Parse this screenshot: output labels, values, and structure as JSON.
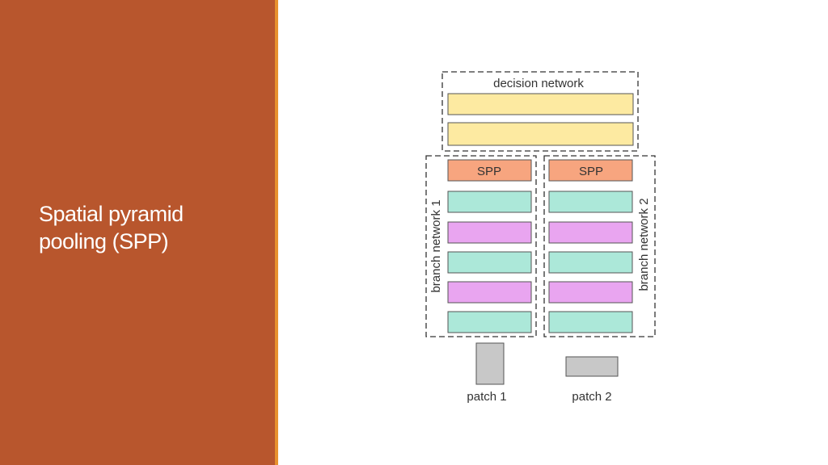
{
  "slide": {
    "title_lines": [
      "Spatial pyramid",
      "pooling (SPP)"
    ]
  },
  "colors": {
    "sidebar": "#b8562d",
    "sidebar_edge": "#e8912e",
    "decision_fc": "#fdeaa1",
    "spp": "#f7a57f",
    "conv_teal": "#ace8d9",
    "conv_violet": "#e9a5f0",
    "patch": "#c8c8c8"
  },
  "diagram": {
    "decision_network_label": "decision network",
    "branch1_label": "branch network 1",
    "branch2_label": "branch network 2",
    "spp1_label": "SPP",
    "spp2_label": "SPP",
    "patch1_label": "patch 1",
    "patch2_label": "patch 2",
    "branch_layers": [
      "spp",
      "teal",
      "violet",
      "teal",
      "violet",
      "teal"
    ]
  }
}
